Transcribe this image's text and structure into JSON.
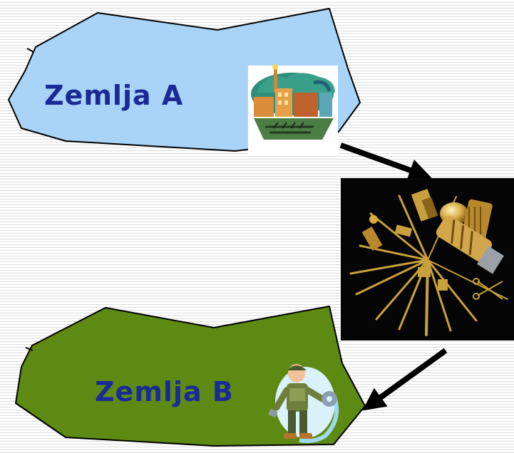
{
  "country_a": {
    "label": "Zemlja A",
    "fill_color": "#a9d4f7",
    "icon": "factory-icon"
  },
  "country_b": {
    "label": "Zemlja B",
    "fill_color": "#5d8a12",
    "icon": "worker-icon"
  },
  "goods": {
    "icon": "machine-parts-photo"
  },
  "colors": {
    "label_text": "#1a2a96",
    "arrow": "#000000",
    "goods_background": "#050505",
    "gold_parts": "#c9a13c"
  }
}
